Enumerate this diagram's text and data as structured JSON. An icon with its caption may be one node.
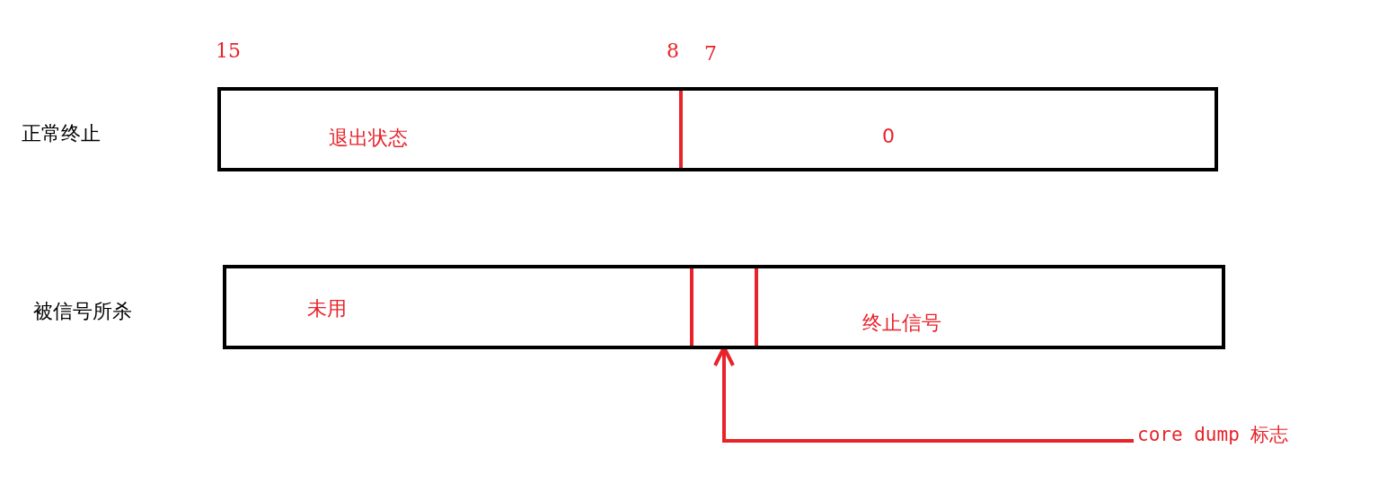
{
  "diagram": {
    "nodes": [
      {
        "text": [],
        "shape": "bar"
      },
      {
        "text": [
          "退出状态"
        ],
        "in": 0
      },
      {
        "text": [
          "0"
        ],
        "in": 0
      },
      {
        "text": [],
        "shape": "bar"
      },
      {
        "text": [
          "未用"
        ],
        "in": 3
      },
      {
        "text": [],
        "shape": "box",
        "in": 3
      },
      {
        "text": [
          "终止信号"
        ],
        "in": 3
      },
      {
        "text": [
          "core dump 标志"
        ]
      }
    ],
    "edges": [
      {
        "from": 7,
        "to": 5,
        "arrow": "to"
      }
    ],
    "labels": [
      "15",
      "8",
      "7",
      "正常终止",
      "被信号所杀"
    ]
  }
}
